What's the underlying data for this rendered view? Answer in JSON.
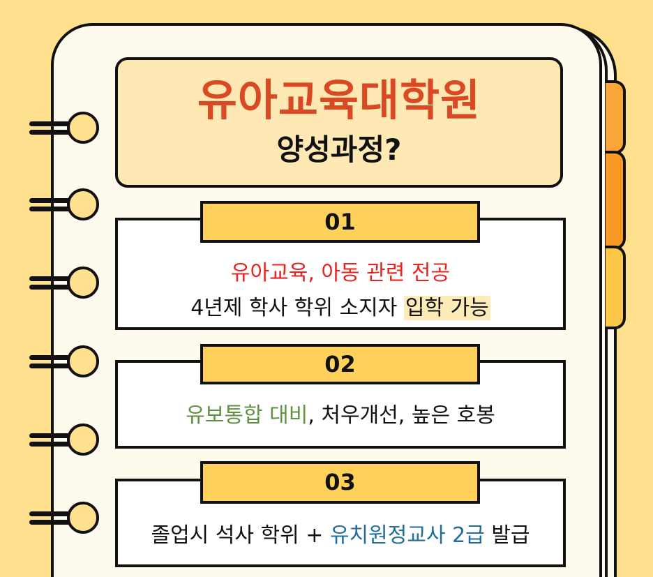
{
  "title": {
    "main": "유아교육대학원",
    "sub": "양성과정?"
  },
  "colors": {
    "background": "#FEE08E",
    "page": "#FFFAEE",
    "title_box": "#FEE9B4",
    "title_text": "#D94A24",
    "label_fill": "#FFD15A",
    "red_text": "#E8231E",
    "green_text": "#5E9140",
    "blue_text": "#1F6E9C",
    "highlight": "#FDEBB8",
    "tab_1": "#FBA63A",
    "tab_2": "#F99A26",
    "tab_3": "#FDC84A"
  },
  "sections": [
    {
      "number": "01",
      "line1_red": "유아교육, 아동 관련 전공",
      "line2_plain": "4년제 학사 학위 소지자 ",
      "line2_highlight": "입학 가능"
    },
    {
      "number": "02",
      "green": "유보통합 대비",
      "rest": ", 처우개선, 높은 호봉"
    },
    {
      "number": "03",
      "plain_start": "졸업시 석사 학위 + ",
      "blue": "유치원정교사 2급",
      "plain_end": " 발급"
    }
  ],
  "icons": {
    "rings": [
      "spiral-ring",
      "spiral-ring",
      "spiral-ring",
      "spiral-ring",
      "spiral-ring",
      "spiral-ring"
    ],
    "tabs": [
      "index-tab",
      "index-tab",
      "index-tab"
    ]
  }
}
